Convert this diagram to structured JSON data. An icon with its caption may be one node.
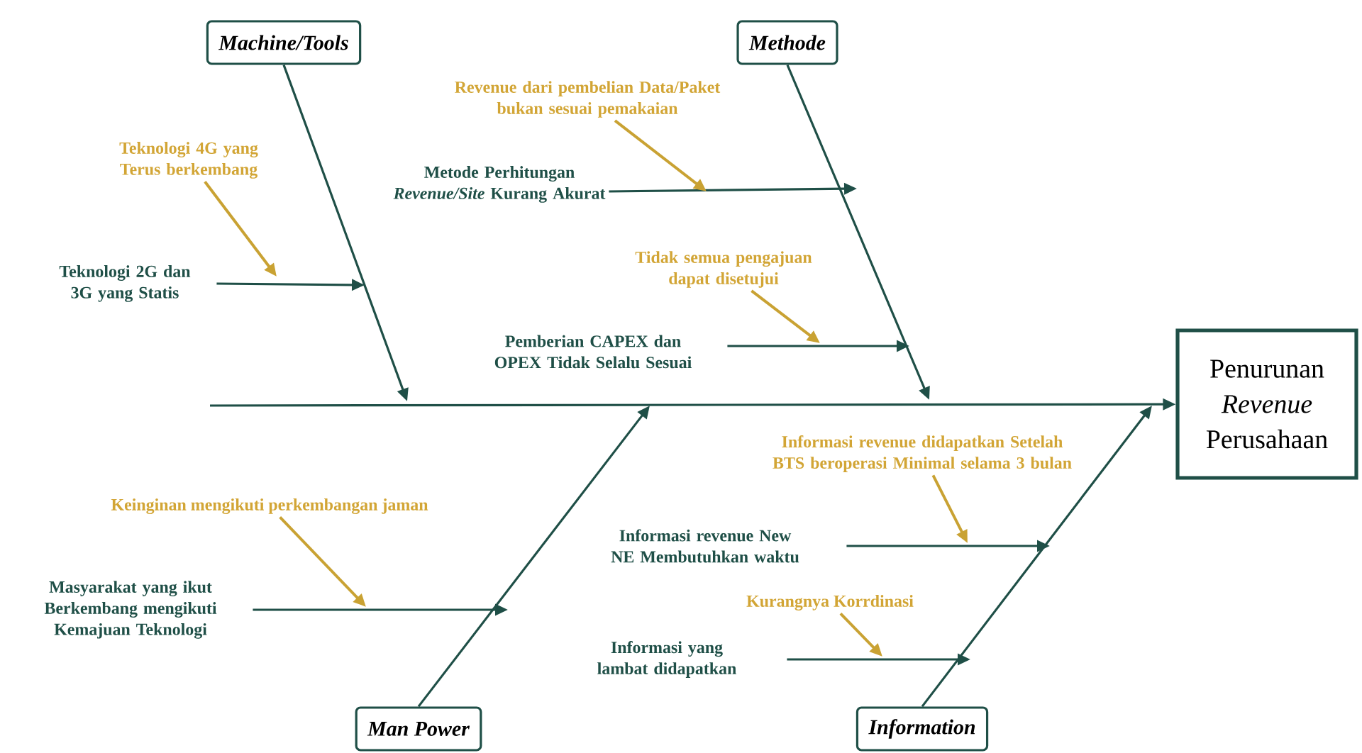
{
  "diagram": {
    "nodes": [
      {
        "text": [
          "Machine/Tools"
        ]
      },
      {
        "text": [
          "Methode"
        ]
      },
      {
        "text": [
          "Man Power"
        ]
      },
      {
        "text": [
          "Information"
        ]
      },
      {
        "text": [
          "Penurunan *Revenue* Perusahaan"
        ]
      },
      {
        "text": [
          "Teknologi 2G dan 3G yang Statis"
        ]
      },
      {
        "text": [
          "Metode Perhitungan *Revenue/Site* Kurang Akurat"
        ]
      },
      {
        "text": [
          "Pemberian CAPEX dan OPEX Tidak Selalu Sesuai"
        ]
      },
      {
        "text": [
          "Masyarakat yang ikut Berkembang mengikuti Kemajuan Teknologi"
        ]
      },
      {
        "text": [
          "Informasi revenue New NE Membutuhkan waktu"
        ]
      },
      {
        "text": [
          "Informasi yang lambat didapatkan"
        ]
      },
      {
        "text": [
          "Teknologi 4G yang Terus berkembang"
        ]
      },
      {
        "text": [
          "Revenue dari pembelian Data/Paket bukan sesuai pemakaian"
        ]
      },
      {
        "text": [
          "Tidak semua pengajuan dapat disetujui"
        ]
      },
      {
        "text": [
          "Keinginan mengikuti perkembangan jaman"
        ]
      },
      {
        "text": [
          "Informasi revenue didapatkan Setelah BTS beroperasi Minimal selama 3 bulan"
        ]
      },
      {
        "text": [
          "Kurangnya Korrdinasi"
        ]
      }
    ],
    "edges": [
      {
        "from": null,
        "to": 4,
        "arrow": "to"
      },
      {
        "from": 0,
        "to": null,
        "arrow": "to"
      },
      {
        "from": 1,
        "to": null,
        "arrow": "to"
      },
      {
        "from": 2,
        "to": null,
        "arrow": "to"
      },
      {
        "from": 3,
        "to": null,
        "arrow": "to"
      },
      {
        "from": 5,
        "to": null,
        "arrow": "to"
      },
      {
        "from": 6,
        "to": null,
        "arrow": "to"
      },
      {
        "from": 7,
        "to": null,
        "arrow": "to"
      },
      {
        "from": 8,
        "to": null,
        "arrow": "to"
      },
      {
        "from": 9,
        "to": null,
        "arrow": "to"
      },
      {
        "from": 10,
        "to": null,
        "arrow": "to"
      },
      {
        "from": 11,
        "to": null,
        "arrow": "to",
        "color": "#c9a233"
      },
      {
        "from": 12,
        "to": null,
        "arrow": "to",
        "color": "#c9a233"
      },
      {
        "from": 13,
        "to": null,
        "arrow": "to",
        "color": "#c9a233"
      },
      {
        "from": 14,
        "to": null,
        "arrow": "to",
        "color": "#c9a233"
      },
      {
        "from": 15,
        "to": null,
        "arrow": "to",
        "color": "#c9a233"
      },
      {
        "from": 16,
        "to": null,
        "arrow": "to",
        "color": "#c9a233"
      }
    ]
  }
}
